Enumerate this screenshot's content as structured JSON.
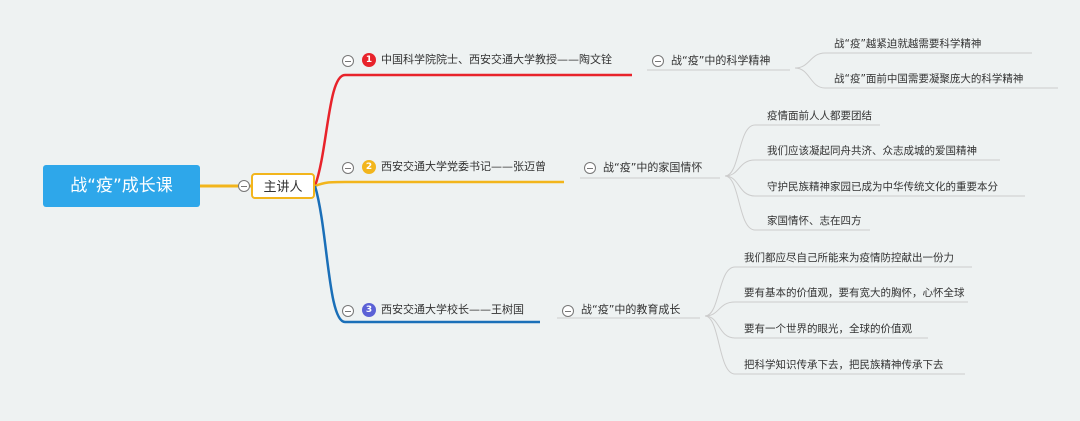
{
  "root": {
    "label": "战“疫”成长课"
  },
  "speaker": {
    "label": "主讲人"
  },
  "branches": [
    {
      "badge": "1",
      "speaker_label": "中国科学院院士、西安交通大学教授——陶文铨",
      "topic": "战“疫”中的科学精神",
      "color": "#e8232b",
      "badge_color": "#e8232b",
      "points": [
        "战“疫”越紧迫就越需要科学精神",
        "战“疫”面前中国需要凝聚庞大的科学精神"
      ]
    },
    {
      "badge": "2",
      "speaker_label": "西安交通大学党委书记——张迈曾",
      "topic": "战“疫”中的家国情怀",
      "color": "#f2b51c",
      "badge_color": "#f2b51c",
      "points": [
        "疫情面前人人都要团结",
        "我们应该凝起同舟共济、众志成城的爱国精神",
        "守护民族精神家园已成为中华传统文化的重要本分",
        "家国情怀、志在四方"
      ]
    },
    {
      "badge": "3",
      "speaker_label": "西安交通大学校长——王树国",
      "topic": "战“疫”中的教育成长",
      "color": "#1a6fb8",
      "badge_color": "#5b61d6",
      "points": [
        "我们都应尽自己所能来为疫情防控献出一份力",
        "要有基本的价值观，要有宽大的胸怀，心怀全球",
        "要有一个世界的眼光，全球的价值观",
        "把科学知识传承下去，把民族精神传承下去"
      ]
    }
  ]
}
